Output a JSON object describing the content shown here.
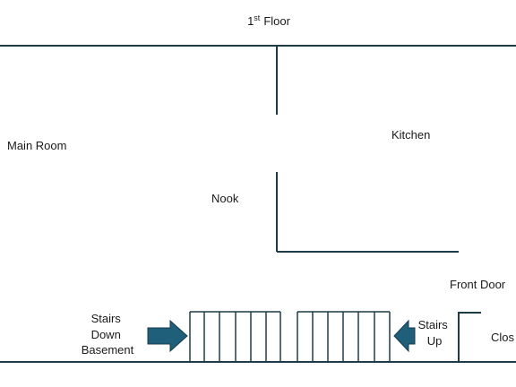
{
  "title": {
    "text": "1",
    "superscript": "st",
    "suffix": "Floor"
  },
  "rooms": {
    "main_room": "Main Room",
    "kitchen": "Kitchen",
    "nook": "Nook",
    "front_door": "Front Door",
    "closet": "Clos"
  },
  "stairs": {
    "down_line1": "Stairs",
    "down_line2": "Down",
    "down_line3": "Basement",
    "up_line1": "Stairs",
    "up_line2": "Up"
  },
  "colors": {
    "wall": "#1f3b47",
    "arrow_fill": "#1f5f7a"
  }
}
